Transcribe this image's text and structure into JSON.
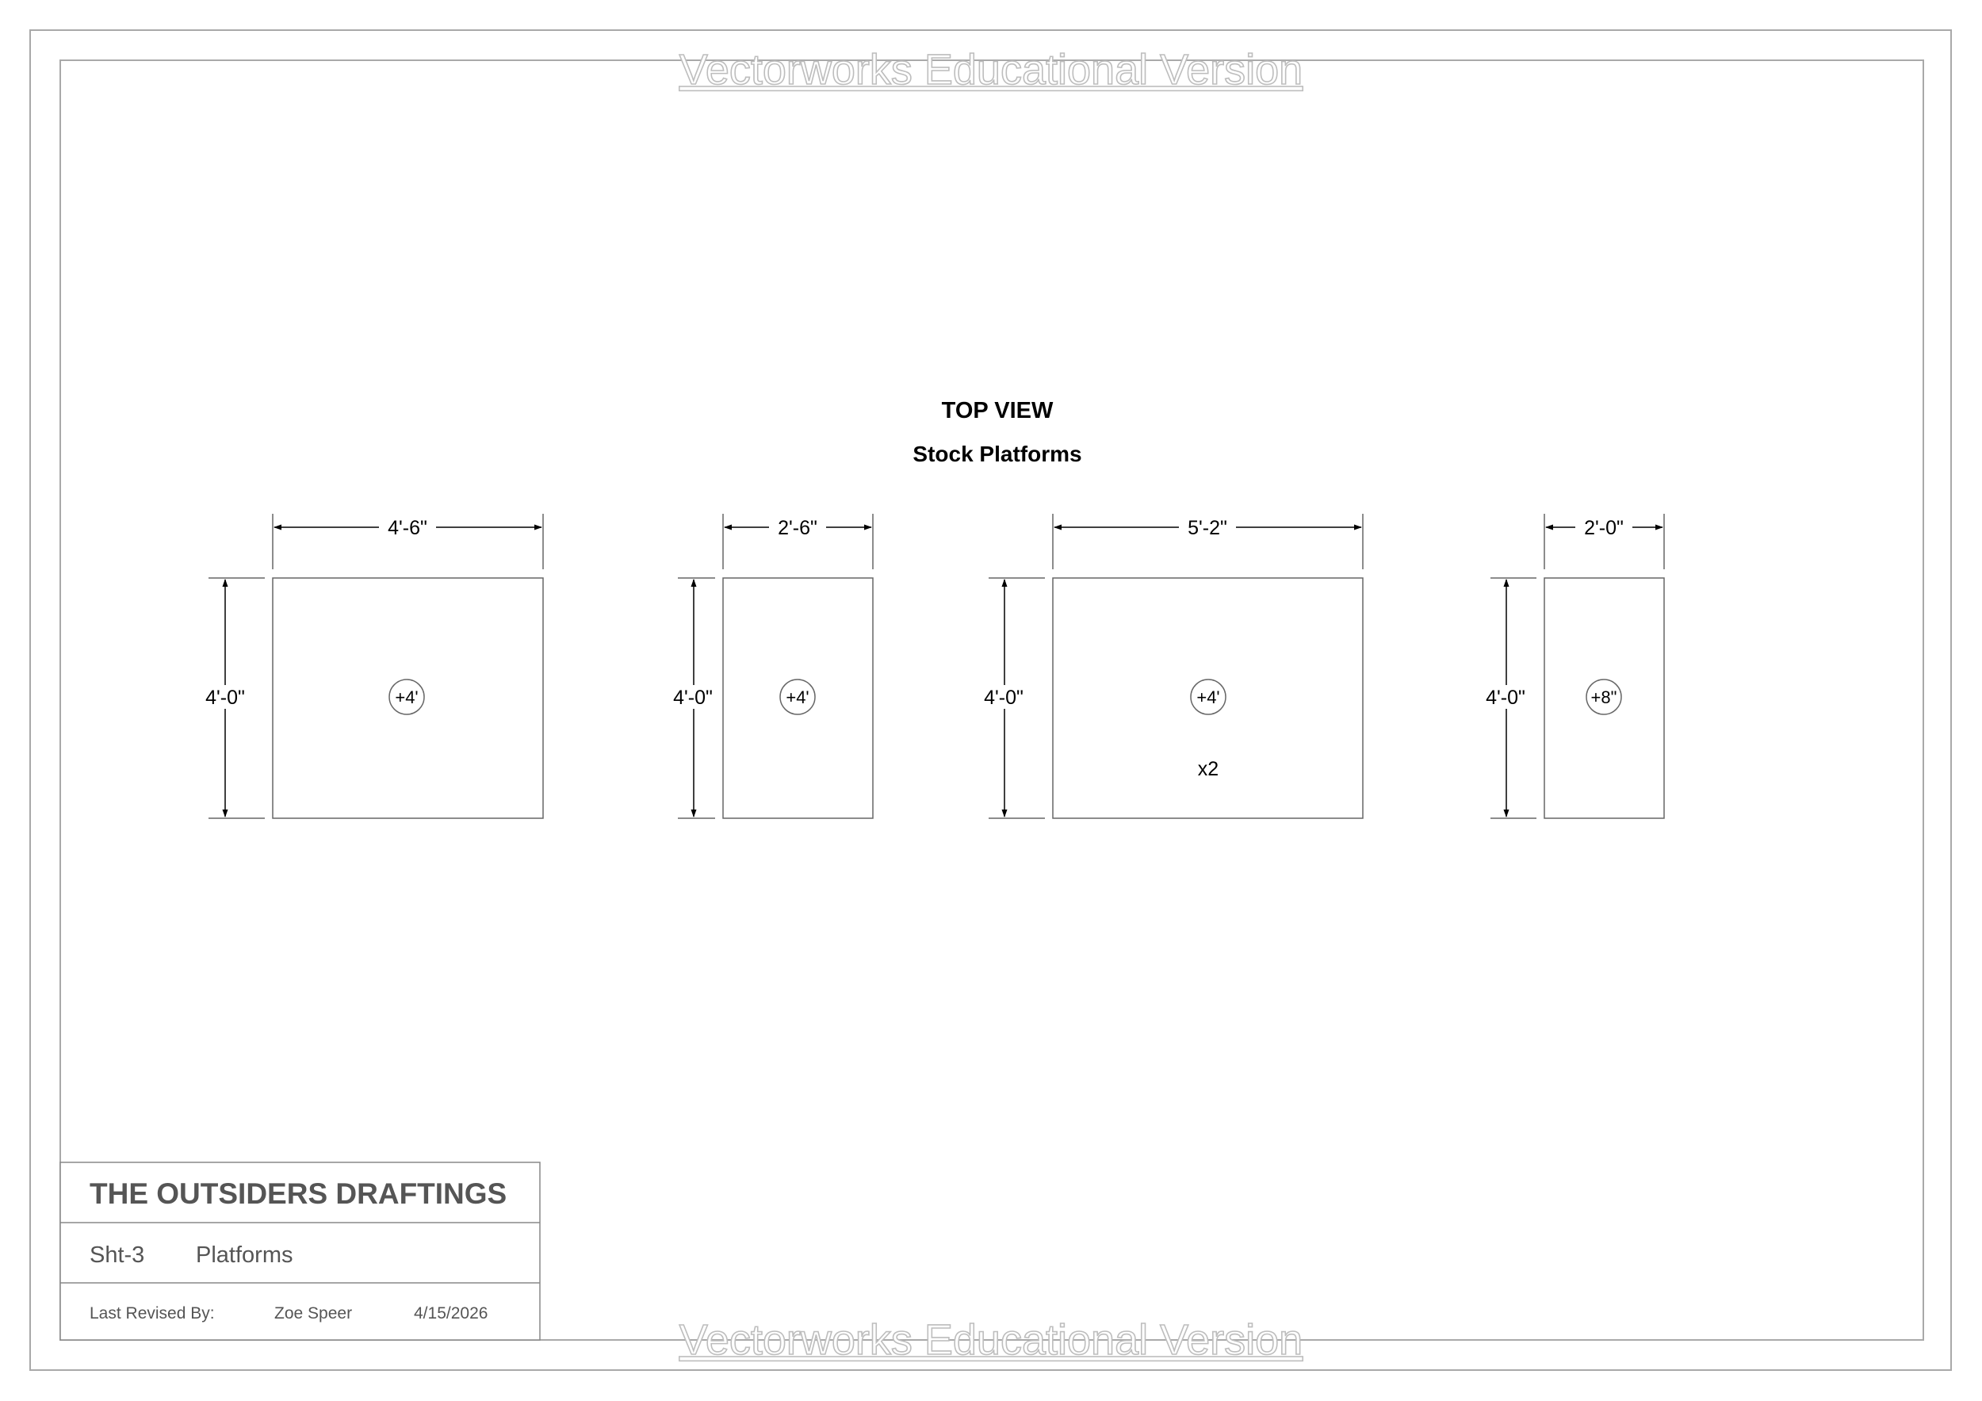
{
  "watermark": "Vectorworks Educational Version",
  "drawing": {
    "title": "TOP VIEW",
    "subtitle": "Stock Platforms"
  },
  "platforms": [
    {
      "id": "p1",
      "width_label": "4'-6\"",
      "depth_label": "4'-0\"",
      "elevation": "+4'",
      "quantity": ""
    },
    {
      "id": "p2",
      "width_label": "2'-6\"",
      "depth_label": "4'-0\"",
      "elevation": "+4'",
      "quantity": ""
    },
    {
      "id": "p3",
      "width_label": "5'-2\"",
      "depth_label": "4'-0\"",
      "elevation": "+4'",
      "quantity": "x2"
    },
    {
      "id": "p4",
      "width_label": "2'-0\"",
      "depth_label": "4'-0\"",
      "elevation": "+8\"",
      "quantity": ""
    }
  ],
  "title_block": {
    "project": "THE OUTSIDERS DRAFTINGS",
    "sheet_number": "Sht-3",
    "sheet_name": "Platforms",
    "revised_label": "Last Revised By:",
    "revised_by": "Zoe Speer",
    "revised_date": "4/15/2026"
  }
}
